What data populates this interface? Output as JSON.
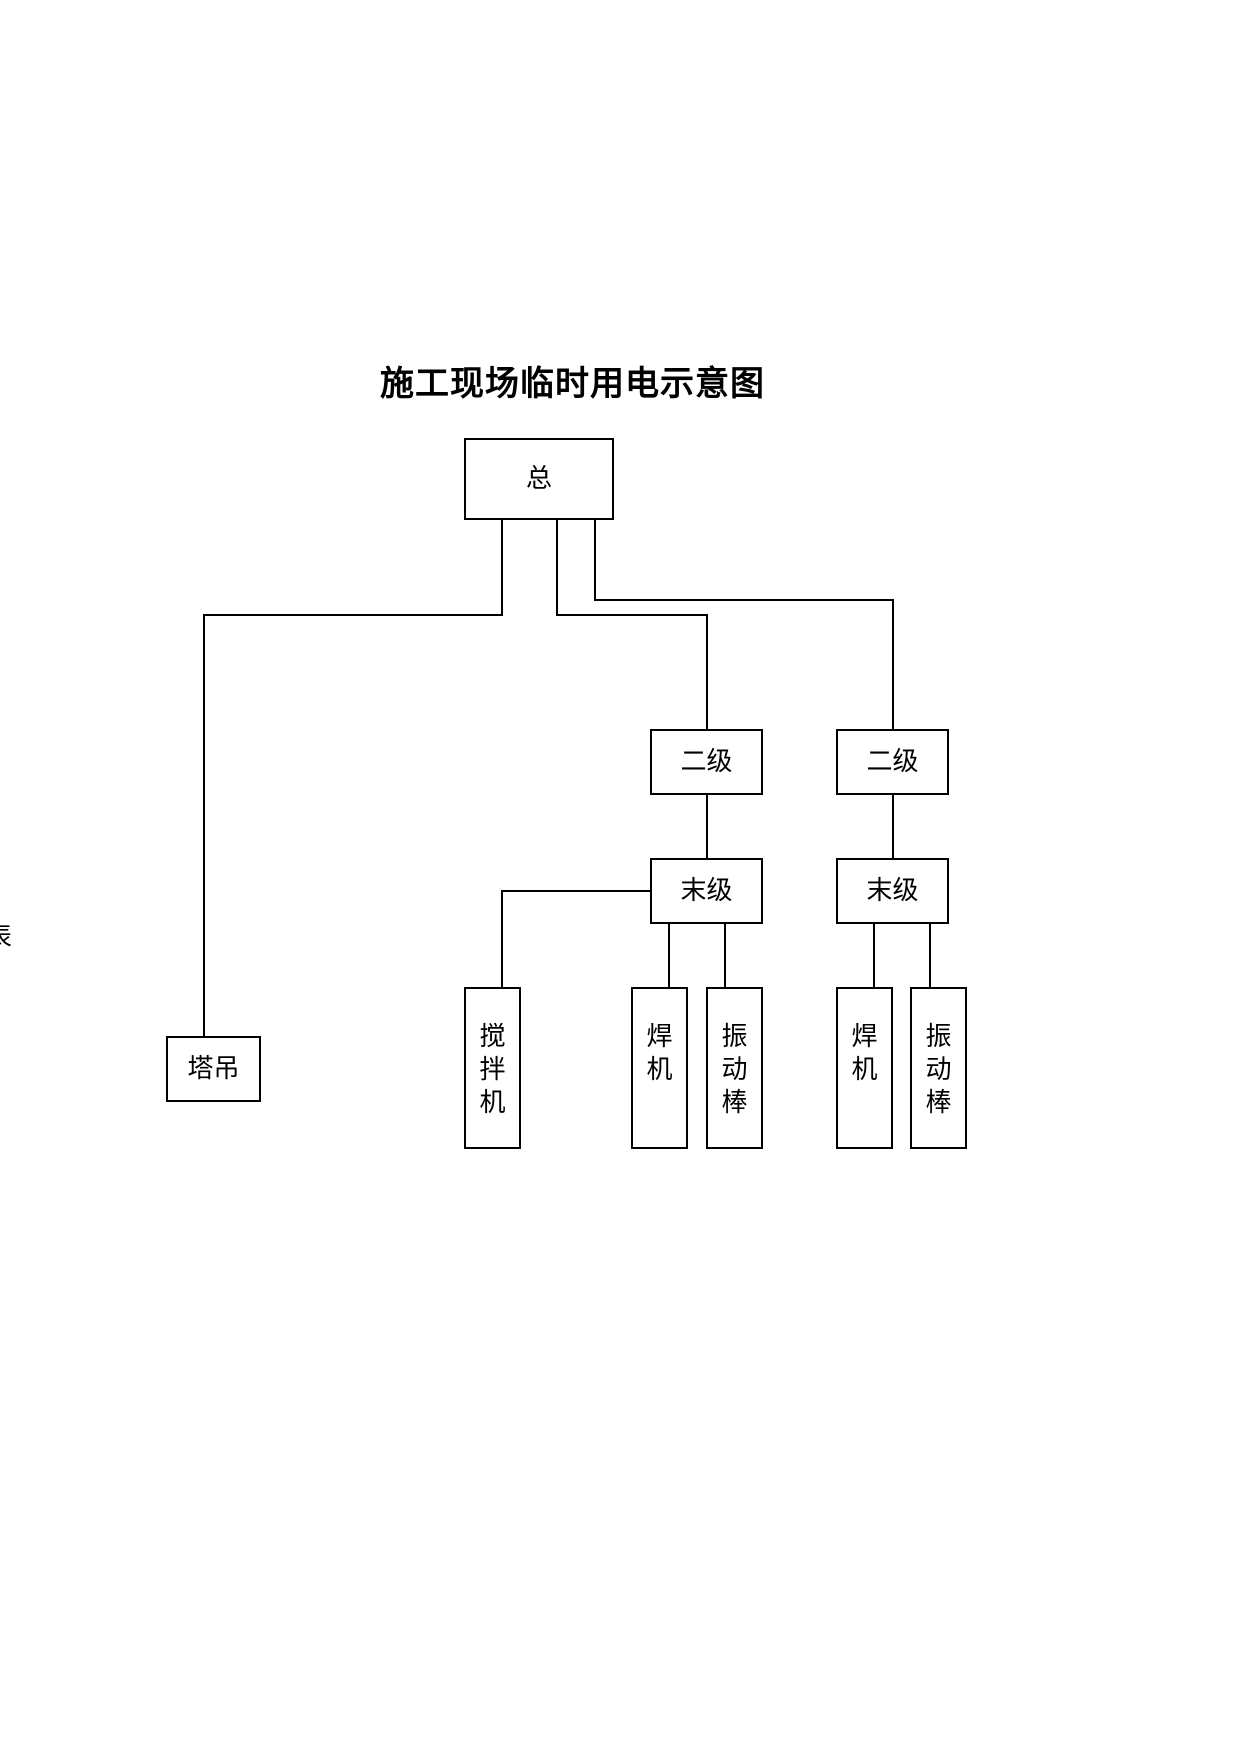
{
  "diagram": {
    "title": "施工现场临时用电示意图",
    "nodes": {
      "main": {
        "label": "总"
      },
      "tower_crane": {
        "label": "塔吊"
      },
      "secondary_1": {
        "label": "二级"
      },
      "secondary_2": {
        "label": "二级"
      },
      "final_1": {
        "label": "末级"
      },
      "final_2": {
        "label": "末级"
      },
      "mixer": {
        "chars": [
          "搅",
          "拌",
          "机"
        ]
      },
      "welder_1": {
        "chars": [
          "焊",
          "机"
        ]
      },
      "vibrator_1": {
        "chars": [
          "振",
          "动",
          "棒"
        ]
      },
      "welder_2": {
        "chars": [
          "焊",
          "机"
        ]
      },
      "vibrator_2": {
        "chars": [
          "振",
          "动",
          "棒"
        ]
      }
    },
    "edges": [
      [
        "main",
        "tower_crane"
      ],
      [
        "main",
        "secondary_1"
      ],
      [
        "main",
        "secondary_2"
      ],
      [
        "secondary_1",
        "final_1"
      ],
      [
        "secondary_2",
        "final_2"
      ],
      [
        "final_1",
        "mixer"
      ],
      [
        "final_1",
        "welder_1"
      ],
      [
        "final_1",
        "vibrator_1"
      ],
      [
        "final_2",
        "welder_2"
      ],
      [
        "final_2",
        "vibrator_2"
      ]
    ],
    "edge_fragment": "表"
  }
}
